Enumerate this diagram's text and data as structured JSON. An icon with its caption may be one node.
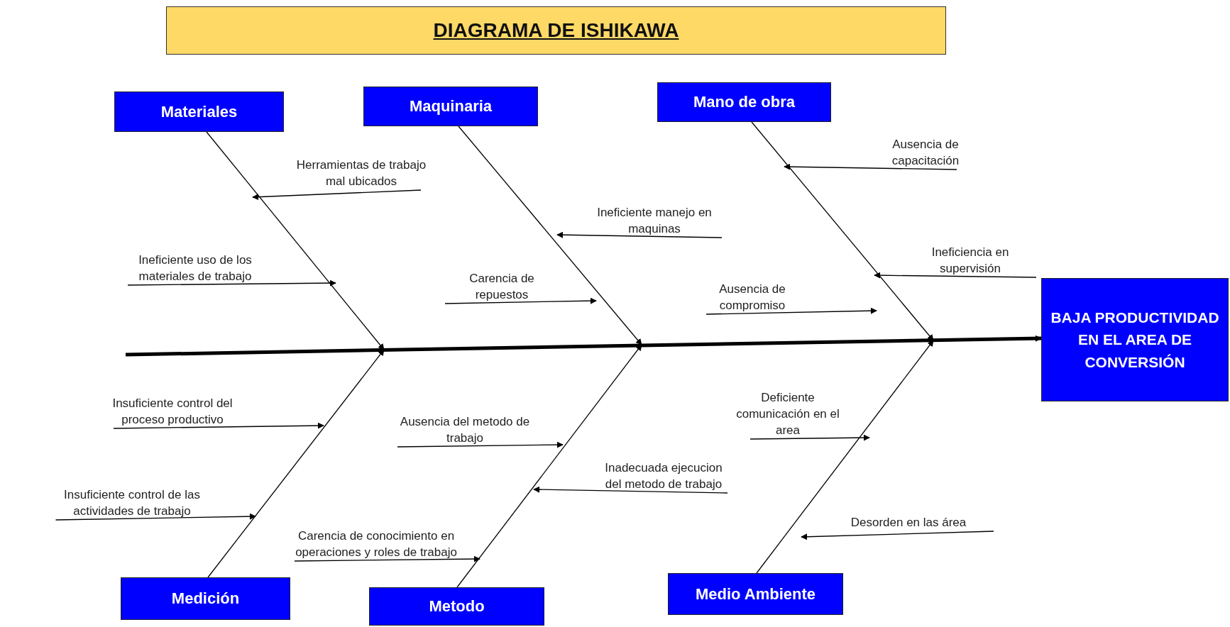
{
  "diagram": {
    "title": "DIAGRAMA DE ISHIKAWA",
    "nodes": [
      {
        "text": [
          "Materiales"
        ]
      },
      {
        "text": [
          "Maquinaria"
        ]
      },
      {
        "text": [
          "Mano de obra"
        ]
      },
      {
        "text": [
          "Medición"
        ]
      },
      {
        "text": [
          "Metodo"
        ]
      },
      {
        "text": [
          "Medio Ambiente"
        ]
      },
      {
        "text": [
          "BAJA PRODUCTIVIDAD EN EL AREA DE CONVERSIÓN"
        ]
      },
      {
        "text": [
          "Herramientas de trabajo mal ubicados"
        ]
      },
      {
        "text": [
          "Ineficiente uso de los materiales de trabajo"
        ]
      },
      {
        "text": [
          "Ineficiente manejo en maquinas"
        ]
      },
      {
        "text": [
          "Carencia de repuestos"
        ]
      },
      {
        "text": [
          "Ausencia de capacitación"
        ]
      },
      {
        "text": [
          "Ineficiencia en supervisión"
        ]
      },
      {
        "text": [
          "Ausencia de compromiso"
        ]
      },
      {
        "text": [
          "Insuficiente control del proceso productivo"
        ]
      },
      {
        "text": [
          "Ausencia del metodo de trabajo"
        ]
      },
      {
        "text": [
          "Deficiente comunicación en el area"
        ]
      },
      {
        "text": [
          "Insuficiente control de las actividades de trabajo"
        ]
      },
      {
        "text": [
          "Inadecuada ejecucion del metodo de trabajo"
        ]
      },
      {
        "text": [
          "Carencia de conocimiento en operaciones y roles de trabajo"
        ]
      },
      {
        "text": [
          "Desorden en las área"
        ]
      }
    ],
    "edges": [
      {
        "from": null,
        "to": 6,
        "arrow": "to",
        "style": "thick"
      },
      {
        "from": 0,
        "to": null,
        "arrow": "to"
      },
      {
        "from": 1,
        "to": null,
        "arrow": "to"
      },
      {
        "from": 2,
        "to": null,
        "arrow": "to"
      },
      {
        "from": 3,
        "to": null,
        "arrow": "to"
      },
      {
        "from": 4,
        "to": null,
        "arrow": "to"
      },
      {
        "from": 5,
        "to": null,
        "arrow": "to"
      },
      {
        "from": 7,
        "to": null,
        "arrow": "to"
      },
      {
        "from": 8,
        "to": null,
        "arrow": "to"
      },
      {
        "from": 9,
        "to": null,
        "arrow": "to"
      },
      {
        "from": 10,
        "to": null,
        "arrow": "to"
      },
      {
        "from": 11,
        "to": null,
        "arrow": "to"
      },
      {
        "from": 12,
        "to": null,
        "arrow": "to"
      },
      {
        "from": 13,
        "to": null,
        "arrow": "to"
      },
      {
        "from": 14,
        "to": null,
        "arrow": "to"
      },
      {
        "from": 15,
        "to": null,
        "arrow": "to"
      },
      {
        "from": 16,
        "to": null,
        "arrow": "to"
      },
      {
        "from": 17,
        "to": null,
        "arrow": "to"
      },
      {
        "from": 18,
        "to": null,
        "arrow": "to"
      },
      {
        "from": 19,
        "to": null,
        "arrow": "to"
      },
      {
        "from": 20,
        "to": null,
        "arrow": "to"
      }
    ]
  }
}
